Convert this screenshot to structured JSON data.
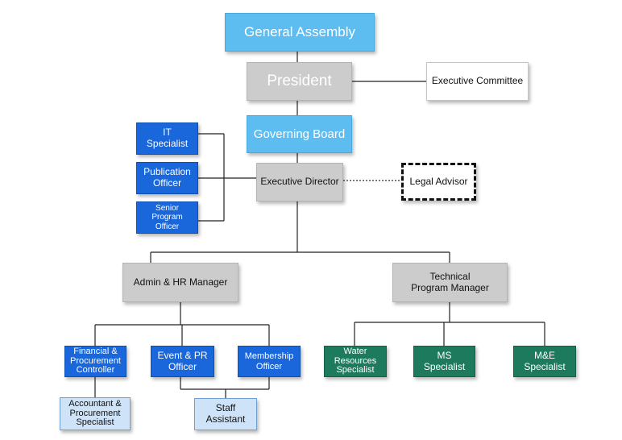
{
  "org_chart": {
    "general_assembly": "General Assembly",
    "president": "President",
    "executive_committee": "Executive Committee",
    "governing_board": "Governing Board",
    "executive_director": "Executive Director",
    "legal_advisor": "Legal Advisor",
    "it_specialist": "IT Specialist",
    "publication_officer": "Publication Officer",
    "senior_program_officer": "Senior Program Officer",
    "admin_hr_manager": "Admin & HR Manager",
    "technical_program_manager": "Technical Program Manager",
    "financial_procurement_controller": "Financial & Procurement Controller",
    "event_pr_officer": "Event & PR Officer",
    "membership_officer": "Membership Officer",
    "accountant_procurement_specialist": "Accountant & Procurement Specialist",
    "staff_assistant": "Staff Assistant",
    "water_resources_specialist": "Water Resources Specialist",
    "ms_specialist": "MS Specialist",
    "me_specialist": "M&E Specialist"
  },
  "colors": {
    "sky": "#5ebdf0",
    "grey": "#cccccc",
    "blue": "#1a66db",
    "green": "#1e7a5d",
    "pale_blue": "#cfe3f8",
    "line": "#222222"
  }
}
